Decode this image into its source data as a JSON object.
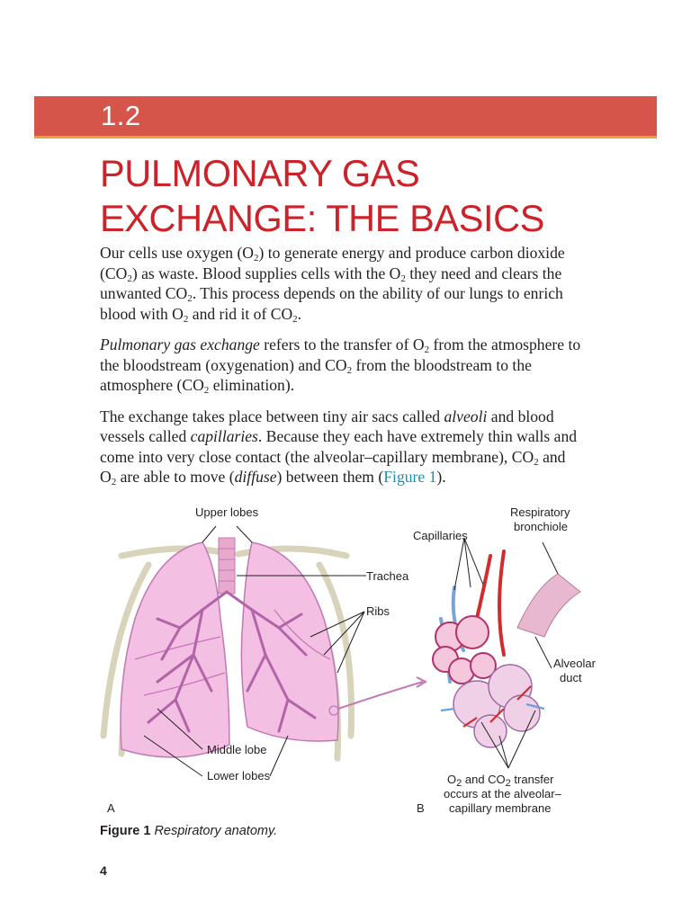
{
  "section": {
    "number": "1.2"
  },
  "title": {
    "line1": "PULMONARY GAS",
    "line2": "EXCHANGE: THE BASICS"
  },
  "paragraphs": {
    "p1": {
      "a": "Our cells use oxygen (O",
      "b": ") to generate energy and produce carbon dioxide (CO",
      "c": ") as waste. Blood supplies cells with the O",
      "d": " they need and clears the unwanted CO",
      "e": ". This process depends on the ability of our lungs to enrich blood with O",
      "f": " and rid it of CO",
      "g": "."
    },
    "p2": {
      "term": "Pulmonary gas exchange",
      "a": " refers to the transfer of O",
      "b": " from the atmosphere to the bloodstream (oxygenation) and CO",
      "c": " from the bloodstream to the atmosphere (CO",
      "d": " elimination)."
    },
    "p3": {
      "a": "The exchange takes place between tiny air sacs called ",
      "alveoli": "alveoli",
      "b": " and blood vessels called ",
      "capillaries": "capillaries",
      "c": ". Because they each have extremely thin walls and come into very close contact (the alveolar–capillary membrane), CO",
      "d": " and O",
      "e": " are able to move (",
      "diffuse": "diffuse",
      "f": ") between them (",
      "figure_link": "Figure 1",
      "g": ")."
    },
    "subscript": "2"
  },
  "figure": {
    "labels": {
      "upper_lobes": "Upper lobes",
      "trachea": "Trachea",
      "ribs": "Ribs",
      "middle_lobe": "Middle lobe",
      "lower_lobes": "Lower lobes",
      "panel_a": "A",
      "panel_b": "B",
      "capillaries": "Capillaries",
      "resp_bronchiole_1": "Respiratory",
      "resp_bronchiole_2": "bronchiole",
      "alveolar_duct_1": "Alveolar",
      "alveolar_duct_2": "duct",
      "transfer_o": "O",
      "transfer_and_co": " and CO",
      "transfer_rest_1": " transfer",
      "transfer_line2": "occurs at the alveolar–",
      "transfer_line3": "capillary membrane"
    }
  },
  "caption": {
    "label": "Figure 1",
    "text": "Respiratory anatomy."
  },
  "page_number": "4",
  "colors": {
    "banner": "#d5554a",
    "banner_rule": "#e8a23a",
    "title": "#cc2229",
    "link": "#1a8fb5"
  }
}
